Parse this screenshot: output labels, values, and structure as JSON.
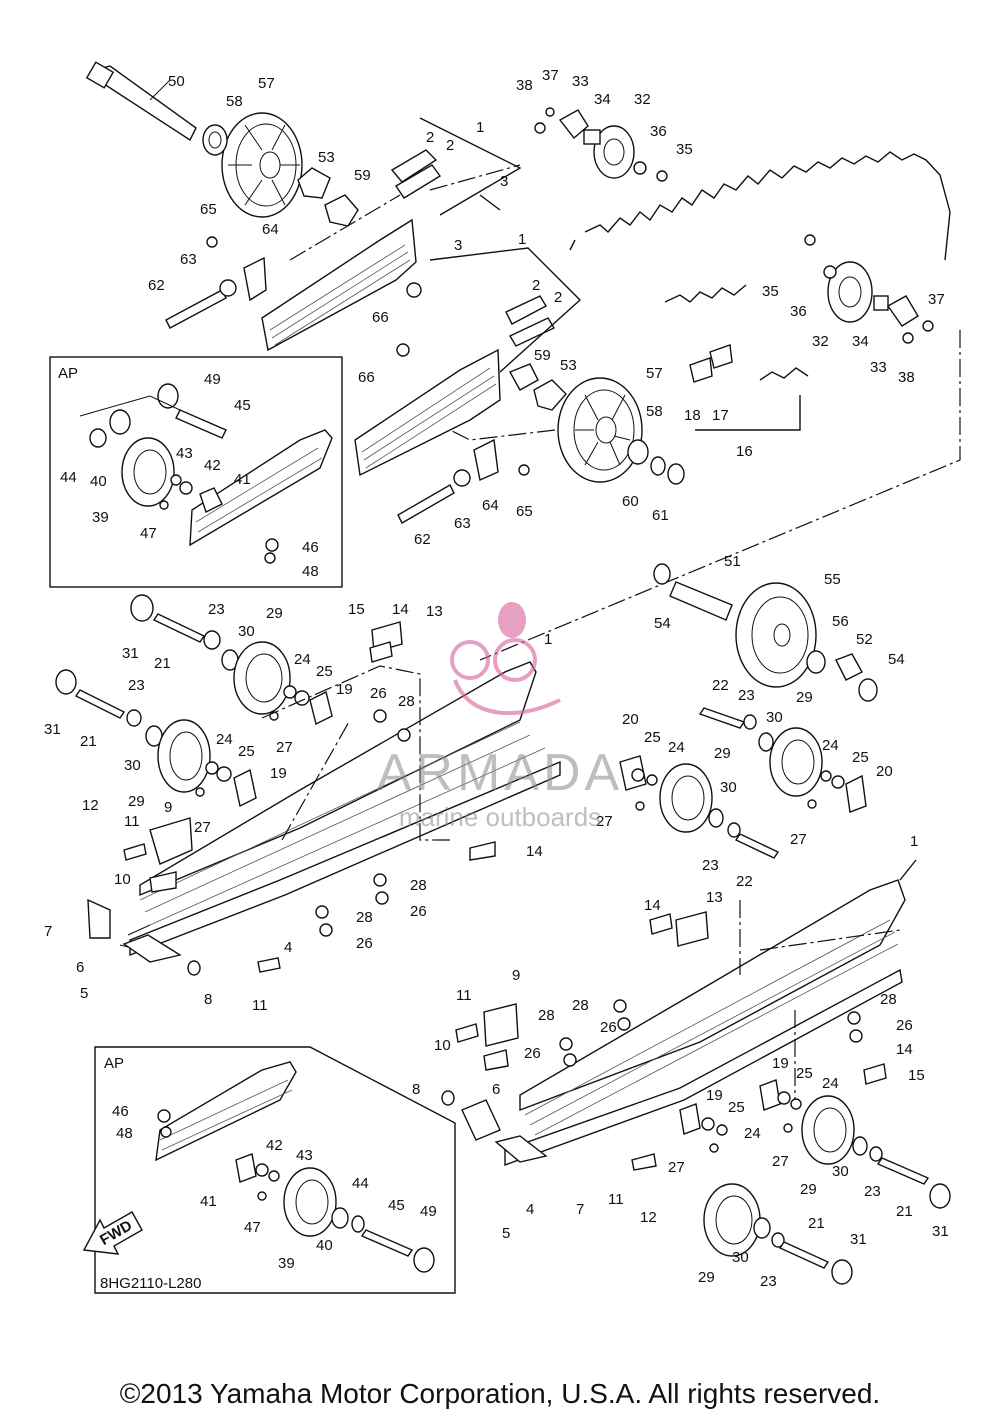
{
  "diagram": {
    "part_code": "8HG2110-L280",
    "inset_label": "AP",
    "direction_arrow": "FWD",
    "callouts": [
      "1",
      "2",
      "3",
      "4",
      "5",
      "6",
      "7",
      "8",
      "9",
      "10",
      "11",
      "12",
      "13",
      "14",
      "15",
      "16",
      "17",
      "18",
      "19",
      "20",
      "21",
      "22",
      "23",
      "24",
      "25",
      "26",
      "27",
      "28",
      "29",
      "30",
      "31",
      "32",
      "33",
      "34",
      "35",
      "36",
      "37",
      "38",
      "39",
      "40",
      "41",
      "42",
      "43",
      "44",
      "45",
      "46",
      "47",
      "48",
      "49",
      "50",
      "51",
      "52",
      "53",
      "54",
      "55",
      "56",
      "57",
      "58",
      "59",
      "60",
      "61",
      "62",
      "63",
      "64",
      "65",
      "66"
    ]
  },
  "watermark": {
    "brand": "ARMADA",
    "tagline": "marine outboards",
    "accent": "#d6609a"
  },
  "copyright": "©2013 Yamaha Motor Corporation, U.S.A. All rights reserved."
}
